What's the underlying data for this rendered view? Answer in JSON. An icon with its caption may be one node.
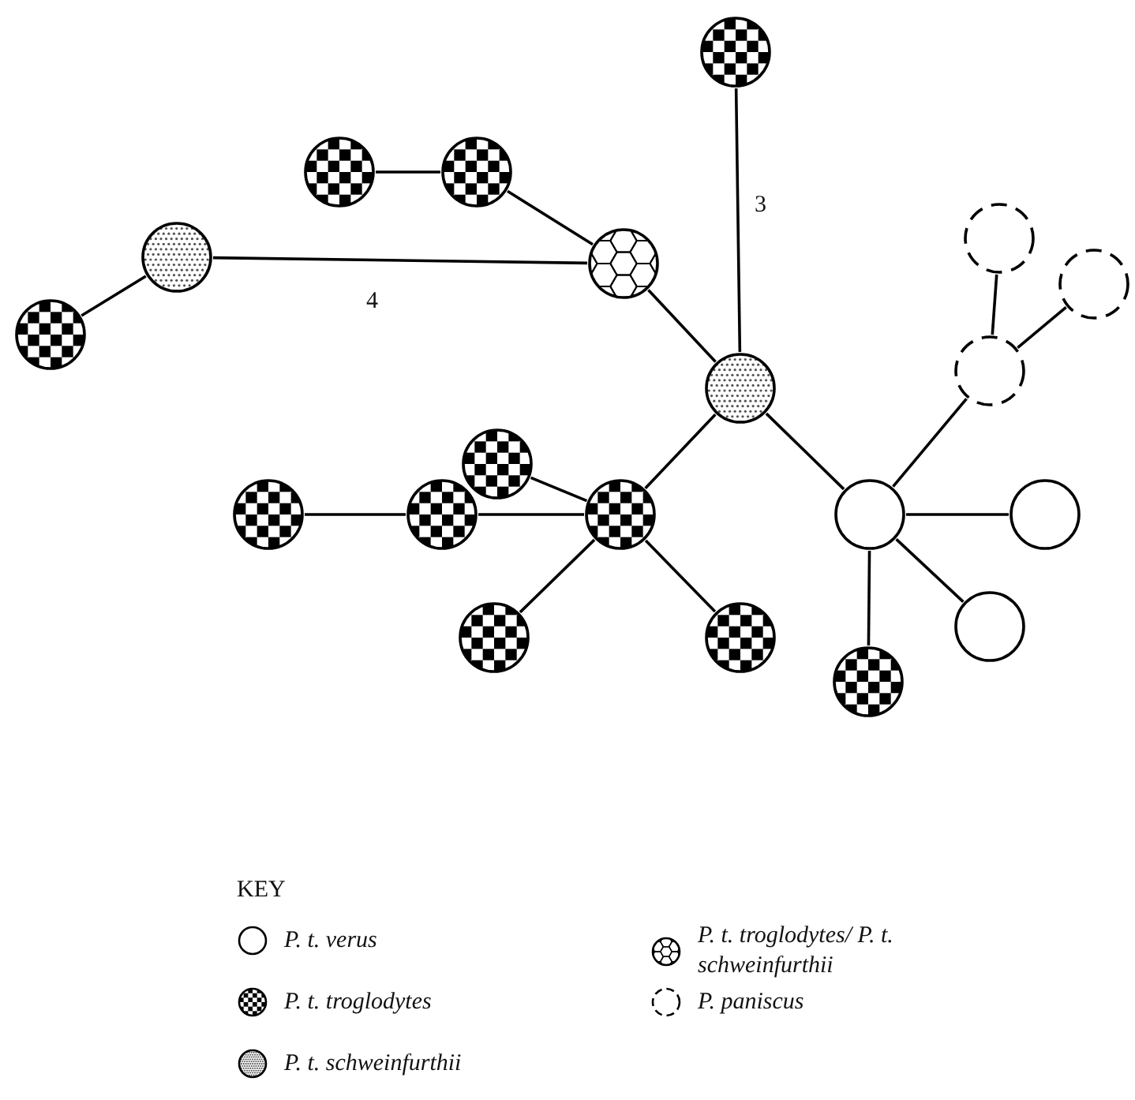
{
  "diagram": {
    "nodes": [
      {
        "text": [],
        "shape": "circle"
      },
      {
        "text": [],
        "shape": "circle"
      },
      {
        "text": [],
        "shape": "circle"
      },
      {
        "text": [],
        "shape": "circle"
      },
      {
        "text": [],
        "shape": "circle"
      },
      {
        "text": [],
        "shape": "circle"
      },
      {
        "text": [],
        "shape": "circle"
      },
      {
        "text": [],
        "shape": "circle"
      },
      {
        "text": [],
        "shape": "circle"
      },
      {
        "text": [],
        "shape": "circle"
      },
      {
        "text": [],
        "shape": "circle"
      },
      {
        "text": [],
        "shape": "circle"
      },
      {
        "text": [],
        "shape": "circle"
      },
      {
        "text": [],
        "shape": "circle"
      },
      {
        "text": [],
        "shape": "circle"
      },
      {
        "text": [],
        "shape": "circle"
      },
      {
        "text": [],
        "shape": "circle"
      },
      {
        "text": [],
        "shape": "circle"
      },
      {
        "text": [],
        "shape": "circle"
      },
      {
        "text": [],
        "shape": "circle"
      }
    ],
    "edges": [
      {
        "from": 1,
        "to": 2,
        "arrow": "none"
      },
      {
        "from": 2,
        "to": 4,
        "arrow": "none"
      },
      {
        "from": 3,
        "to": 4,
        "arrow": "none",
        "label": "4"
      },
      {
        "from": 3,
        "to": 7,
        "arrow": "none"
      },
      {
        "from": 0,
        "to": 9,
        "arrow": "none",
        "label": "3"
      },
      {
        "from": 4,
        "to": 9,
        "arrow": "none"
      },
      {
        "from": 9,
        "to": 13,
        "arrow": "none"
      },
      {
        "from": 9,
        "to": 14,
        "arrow": "none"
      },
      {
        "from": 5,
        "to": 8,
        "arrow": "none"
      },
      {
        "from": 6,
        "to": 8,
        "arrow": "none"
      },
      {
        "from": 8,
        "to": 14,
        "arrow": "none"
      },
      {
        "from": 10,
        "to": 13,
        "arrow": "none"
      },
      {
        "from": 11,
        "to": 12,
        "arrow": "none"
      },
      {
        "from": 12,
        "to": 13,
        "arrow": "none"
      },
      {
        "from": 13,
        "to": 17,
        "arrow": "none"
      },
      {
        "from": 13,
        "to": 18,
        "arrow": "none"
      },
      {
        "from": 14,
        "to": 15,
        "arrow": "none"
      },
      {
        "from": 14,
        "to": 16,
        "arrow": "none"
      },
      {
        "from": 14,
        "to": 19,
        "arrow": "none"
      }
    ],
    "labels": [
      "KEY"
    ],
    "legend": [
      {
        "text": "P. t. verus"
      },
      {
        "text": "P. t. troglodytes/ P. t. schweinfurthii"
      },
      {
        "text": "P. t. troglodytes"
      },
      {
        "text": "P. paniscus"
      },
      {
        "text": "P. t. schweinfurthii"
      }
    ]
  }
}
